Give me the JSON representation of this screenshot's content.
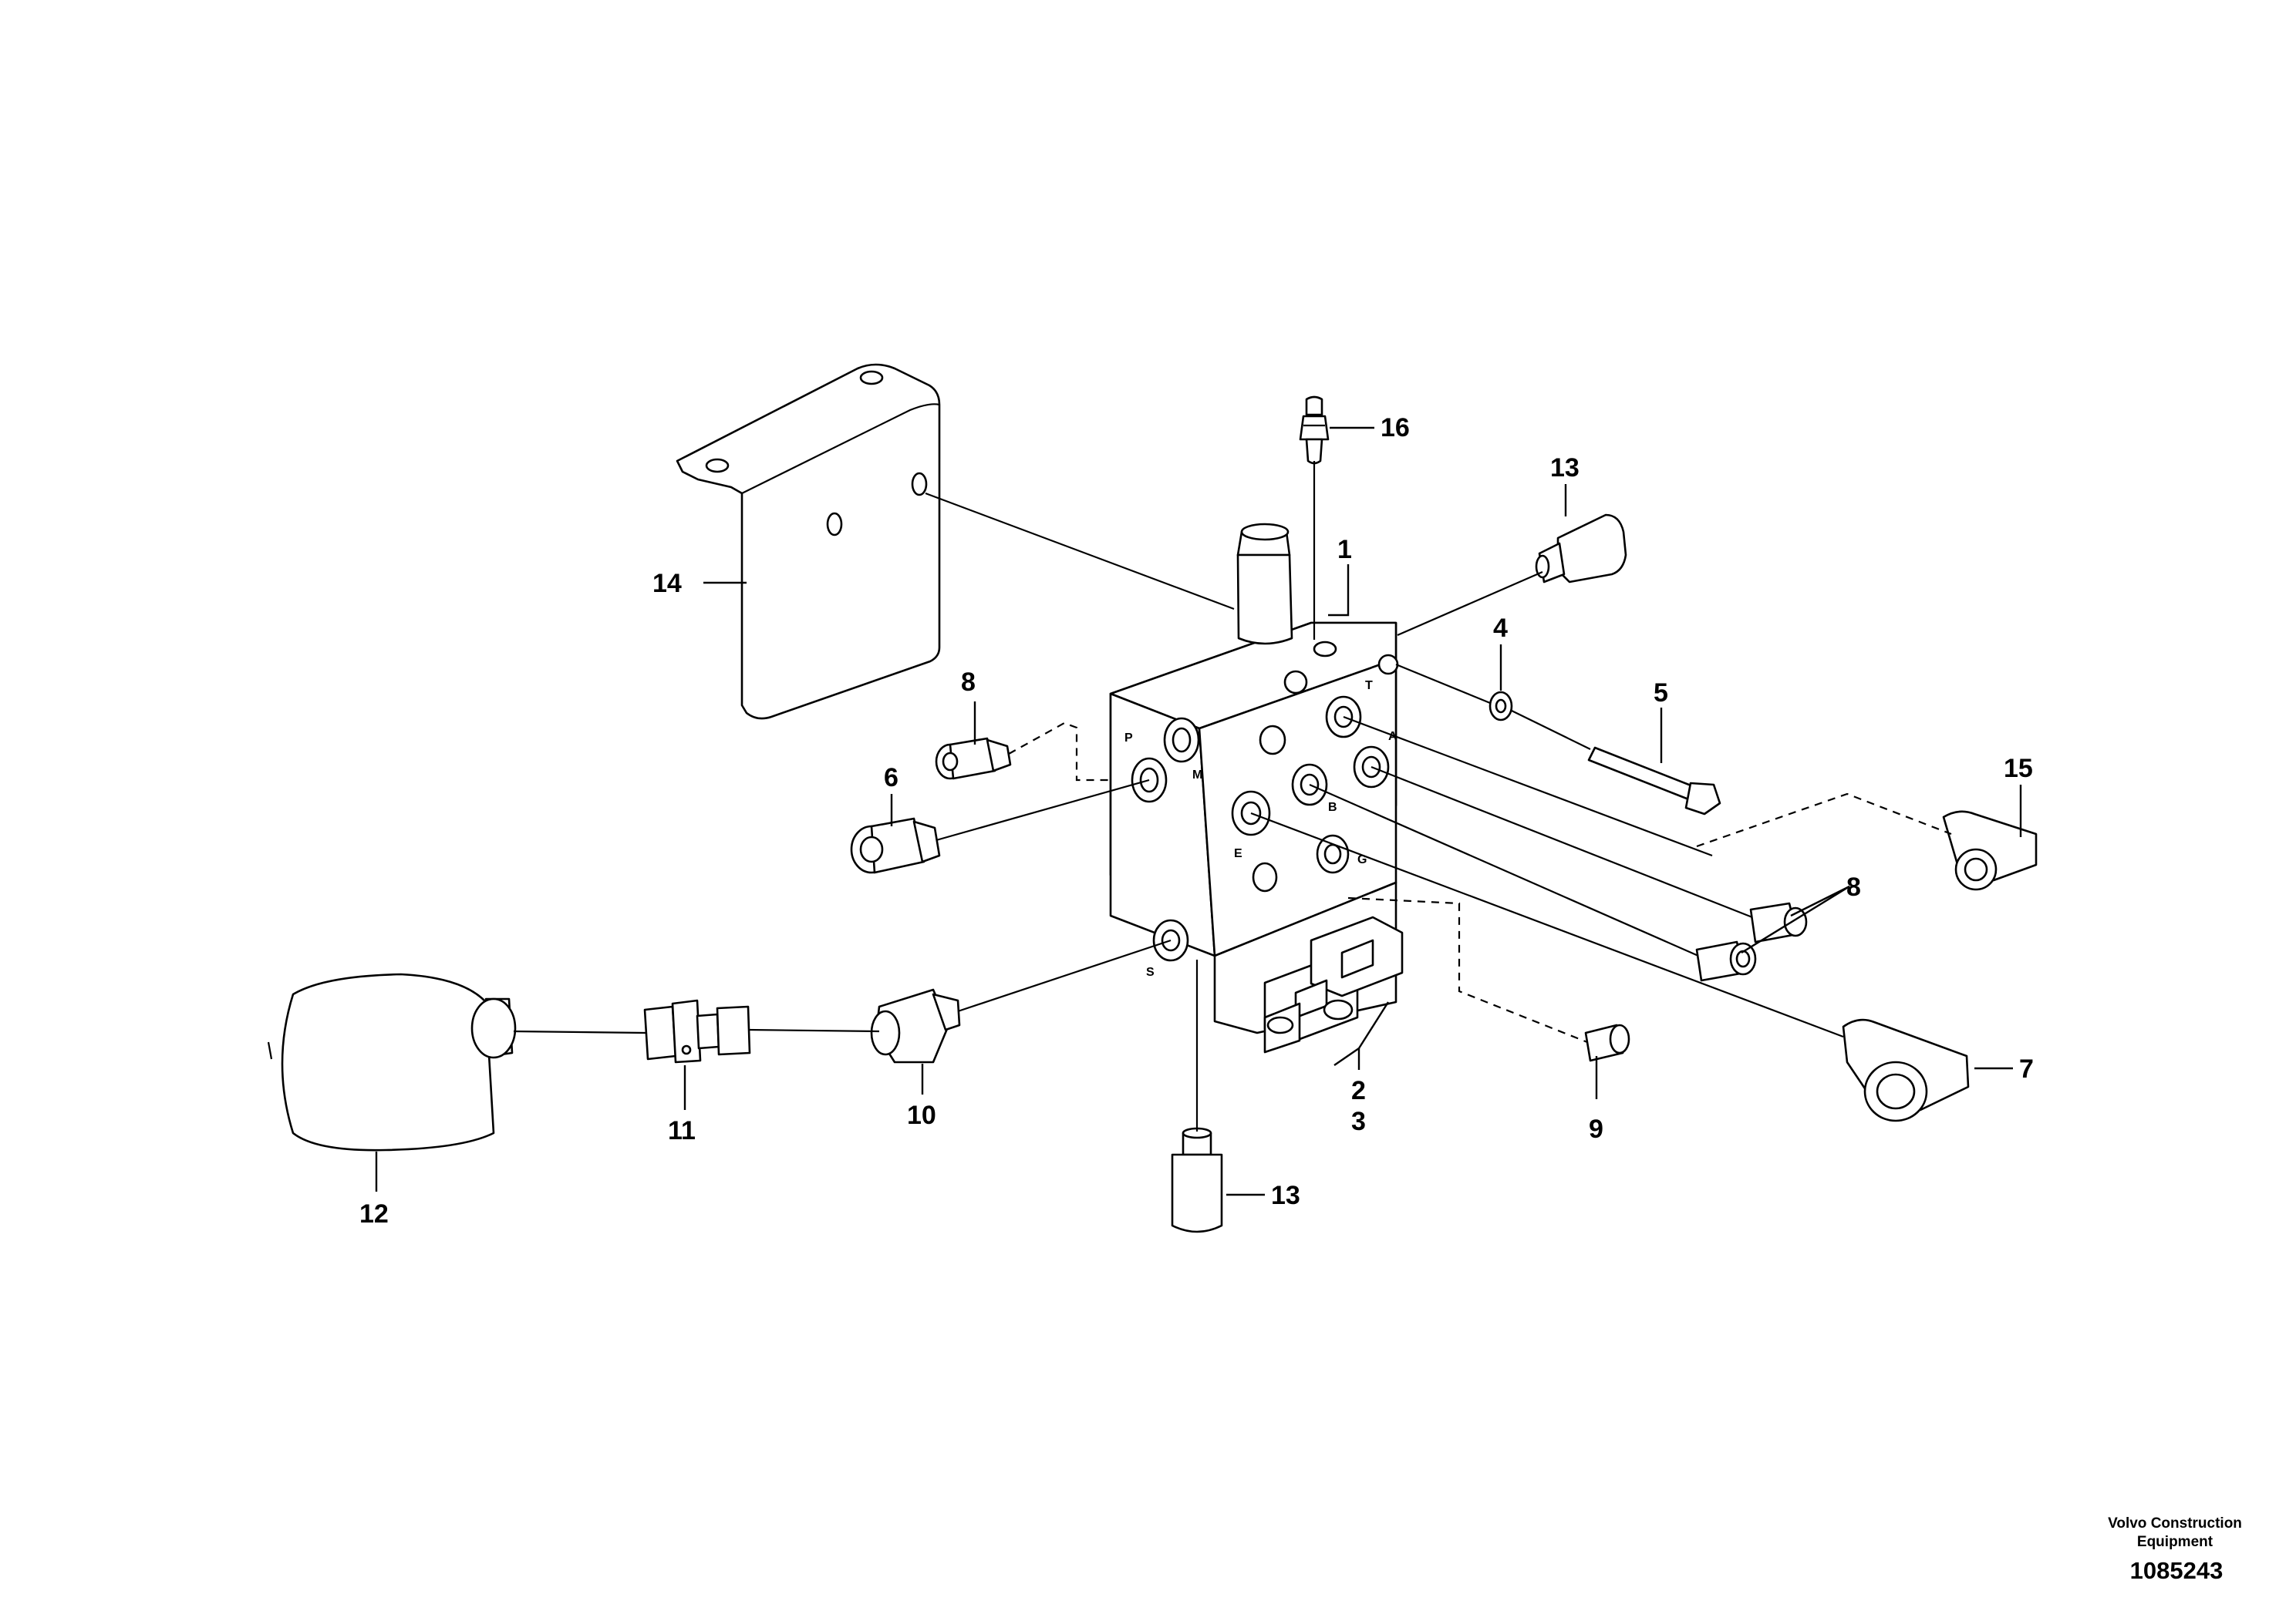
{
  "diagram": {
    "callouts": {
      "c1": "1",
      "c2": "2",
      "c3": "3",
      "c4": "4",
      "c5": "5",
      "c6": "6",
      "c7": "7",
      "c8a": "8",
      "c8b": "8",
      "c9": "9",
      "c10": "10",
      "c11": "11",
      "c12": "12",
      "c13a": "13",
      "c13b": "13",
      "c14": "14",
      "c15": "15",
      "c16": "16"
    },
    "port_marks": {
      "p": "P",
      "m": "M",
      "t": "T",
      "a": "A",
      "b": "B",
      "e": "E",
      "s": "S",
      "g": "G"
    }
  },
  "footer": {
    "credit_line1": "Volvo Construction",
    "credit_line2": "Equipment",
    "doc_number": "1085243"
  }
}
